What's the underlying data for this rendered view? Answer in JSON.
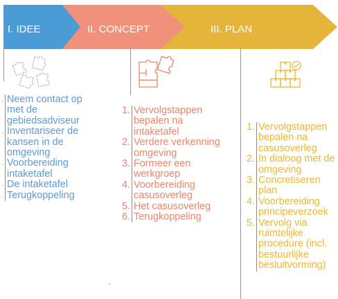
{
  "colors": {
    "idee": "#4b9bd6",
    "concept": "#f2917a",
    "plan": "#e5b43a",
    "divider": "#999999"
  },
  "phases": [
    {
      "label": "I. IDEE",
      "icon": "scattered-puzzle-pieces-icon"
    },
    {
      "label": "II. CONCEPT",
      "icon": "assembled-puzzle-icon"
    },
    {
      "label": "III. PLAN",
      "icon": "stacked-boxes-checkmark-icon"
    }
  ],
  "lists": {
    "idee": [
      {
        "num": ".",
        "text": "Neem contact op met de gebiedsadviseur"
      },
      {
        "num": ".",
        "text": "Inventariseer de kansen in de omgeving"
      },
      {
        "num": ".",
        "text": "Voorbereiding intaketafel"
      },
      {
        "num": ".",
        "text": "De intaketafel"
      },
      {
        "num": ".",
        "text": "Terugkoppeling"
      }
    ],
    "concept": [
      {
        "num": "1.",
        "text": "Vervolgstappen bepalen na intaketafel"
      },
      {
        "num": "2.",
        "text": "Verdere verkenning omgeving"
      },
      {
        "num": "3.",
        "text": "Formeer een werkgroep"
      },
      {
        "num": "4.",
        "text": "Voorbereiding casusoverleg"
      },
      {
        "num": "5.",
        "text": "Het casusoverleg"
      },
      {
        "num": "6.",
        "text": "Terugkoppeling"
      }
    ],
    "plan": [
      {
        "num": "1.",
        "text": "Vervolgstappen bepalen na casusoverleg"
      },
      {
        "num": "2.",
        "text": "In dialoog met de omgeving"
      },
      {
        "num": "3.",
        "text": "Concretiseren plan"
      },
      {
        "num": "4.",
        "text": "Voorbereiding principeverzoek"
      },
      {
        "num": "5.",
        "text": "Vervolg via ruimtelijke procedure (incl. bestuurlijke besluitvorming)"
      }
    ]
  }
}
